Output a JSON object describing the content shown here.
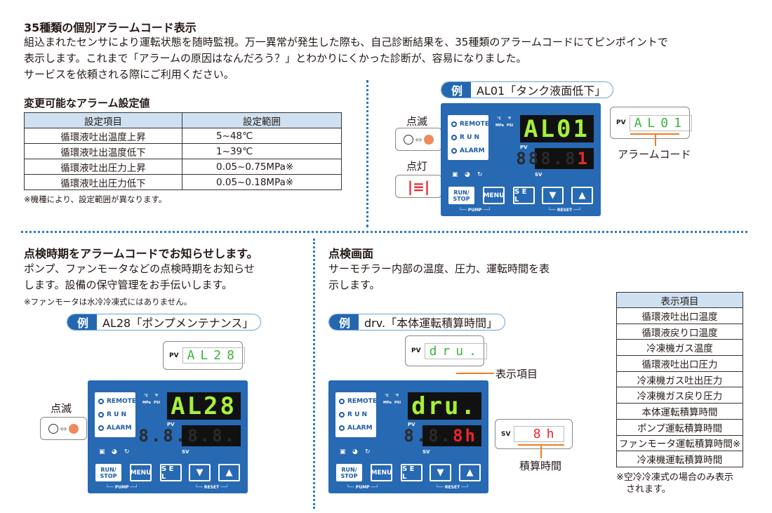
{
  "intro": {
    "title": "35種類の個別アラームコード表示",
    "lines": [
      "組込まれたセンサにより運転状態を随時監視。万一異常が発生した際も、自己診断結果を、35種類のアラームコードにてピンポイントで",
      "表示します。これまで「アラームの原因はなんだろう？」とわかりにくかった診断が、容易になりました。",
      "サービスを依頼される際にご利用ください。"
    ]
  },
  "settings": {
    "title": "変更可能なアラーム設定値",
    "headers": [
      "設定項目",
      "設定範囲"
    ],
    "rows": [
      [
        "循環液吐出温度上昇",
        "5~48℃"
      ],
      [
        "循環液吐出温度低下",
        "1~39℃"
      ],
      [
        "循環液吐出圧力上昇",
        "0.05~0.75MPa※"
      ],
      [
        "循環液吐出圧力低下",
        "0.05~0.18MPa※"
      ]
    ],
    "note": "※機種により、設定範囲が異なります。"
  },
  "example1": {
    "rei": "例",
    "title": "AL01「タンク液面低下」",
    "blink": "点滅",
    "lit": "点灯",
    "callout_label": "PV",
    "callout_code": "AL01",
    "caption": "アラームコード"
  },
  "section2": {
    "title": "点検時期をアラームコードでお知らせします。",
    "lines": [
      "ポンプ、ファンモータなどの点検時期をお知らせ",
      "します。設備の保守管理をお手伝いします。"
    ],
    "note": "※ファンモータは水冷冷凍式にはありません。",
    "rei": "例",
    "badge": "AL28「ポンプメンテナンス」",
    "blink": "点滅",
    "callout_label": "PV",
    "callout_code": "AL28"
  },
  "section3": {
    "title": "点検画面",
    "lines": [
      "サーモチラー内部の温度、圧力、運転時間を表",
      "示します。"
    ],
    "rei": "例",
    "badge": "drv.「本体運転積算時間」",
    "pv_label": "PV",
    "pv_code": "dru.",
    "pv_caption": "表示項目",
    "sv_label": "SV",
    "sv_code": "8h",
    "sv_caption": "積算時間"
  },
  "display_items": {
    "header": "表示項目",
    "rows": [
      "循環液吐出口温度",
      "循環液戻り口温度",
      "冷凍機ガス温度",
      "循環液吐出口圧力",
      "冷凍機ガス吐出圧力",
      "冷凍機ガス戻り圧力",
      "本体運転積算時間",
      "ポンプ運転積算時間",
      "ファンモータ運転積算時間※",
      "冷凍機運転積算時間"
    ],
    "note1": "※空冷冷凍式の場合のみ表示",
    "note2": "されます。"
  },
  "panel": {
    "remote": "REMOTE",
    "run": "R U N",
    "alarm": "ALARM",
    "deg_c": "℃",
    "deg_f": "℉",
    "mpa": "MPa",
    "psi": "PSI",
    "pv": "PV",
    "sv": "SV",
    "run_stop": "RUN/ STOP",
    "menu": "MENU",
    "sel": "S E L",
    "down": "▼",
    "up": "▲",
    "pump": "└── PUMP ──┘",
    "reset": "└── RESET ──┘"
  },
  "panels": [
    {
      "pv": "AL01",
      "sv_dim": "888.8",
      "sv_red": "1"
    },
    {
      "pv": "AL28",
      "sv_dim": "8.8.8.8.",
      "sv_red": ""
    },
    {
      "pv": "dru.",
      "sv_dim": "8.8.",
      "sv_red": "8h"
    }
  ],
  "colors": {
    "panel": "#2769b3",
    "pv_digit": "#a6f03c",
    "sv_digit": "#e8262d",
    "accent": "#ef7d22",
    "dots": "#2a7dc1"
  }
}
